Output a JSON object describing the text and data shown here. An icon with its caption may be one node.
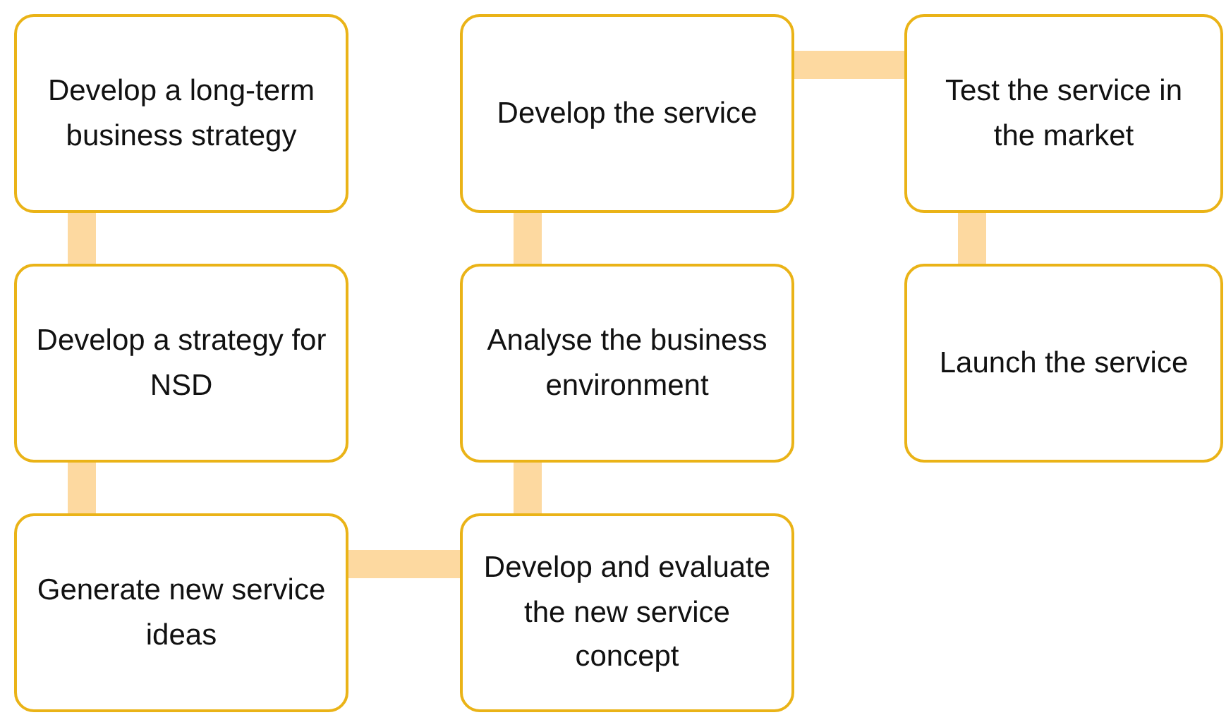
{
  "diagram": {
    "nodes": [
      {
        "text": [
          "Develop a long-term business strategy"
        ]
      },
      {
        "text": [
          "Develop a strategy for NSD"
        ]
      },
      {
        "text": [
          "Generate new service ideas"
        ]
      },
      {
        "text": [
          "Develop and evaluate the new service concept"
        ]
      },
      {
        "text": [
          "Analyse the business environment"
        ]
      },
      {
        "text": [
          "Develop the service"
        ]
      },
      {
        "text": [
          "Test the service in the market"
        ]
      },
      {
        "text": [
          "Launch the service"
        ]
      }
    ],
    "edges": [
      {
        "from": 0,
        "to": 1,
        "arrow": "none"
      },
      {
        "from": 1,
        "to": 2,
        "arrow": "none"
      },
      {
        "from": 2,
        "to": 3,
        "arrow": "none"
      },
      {
        "from": 3,
        "to": 4,
        "arrow": "none"
      },
      {
        "from": 4,
        "to": 5,
        "arrow": "none"
      },
      {
        "from": 5,
        "to": 6,
        "arrow": "none"
      },
      {
        "from": 6,
        "to": 7,
        "arrow": "none"
      }
    ]
  }
}
